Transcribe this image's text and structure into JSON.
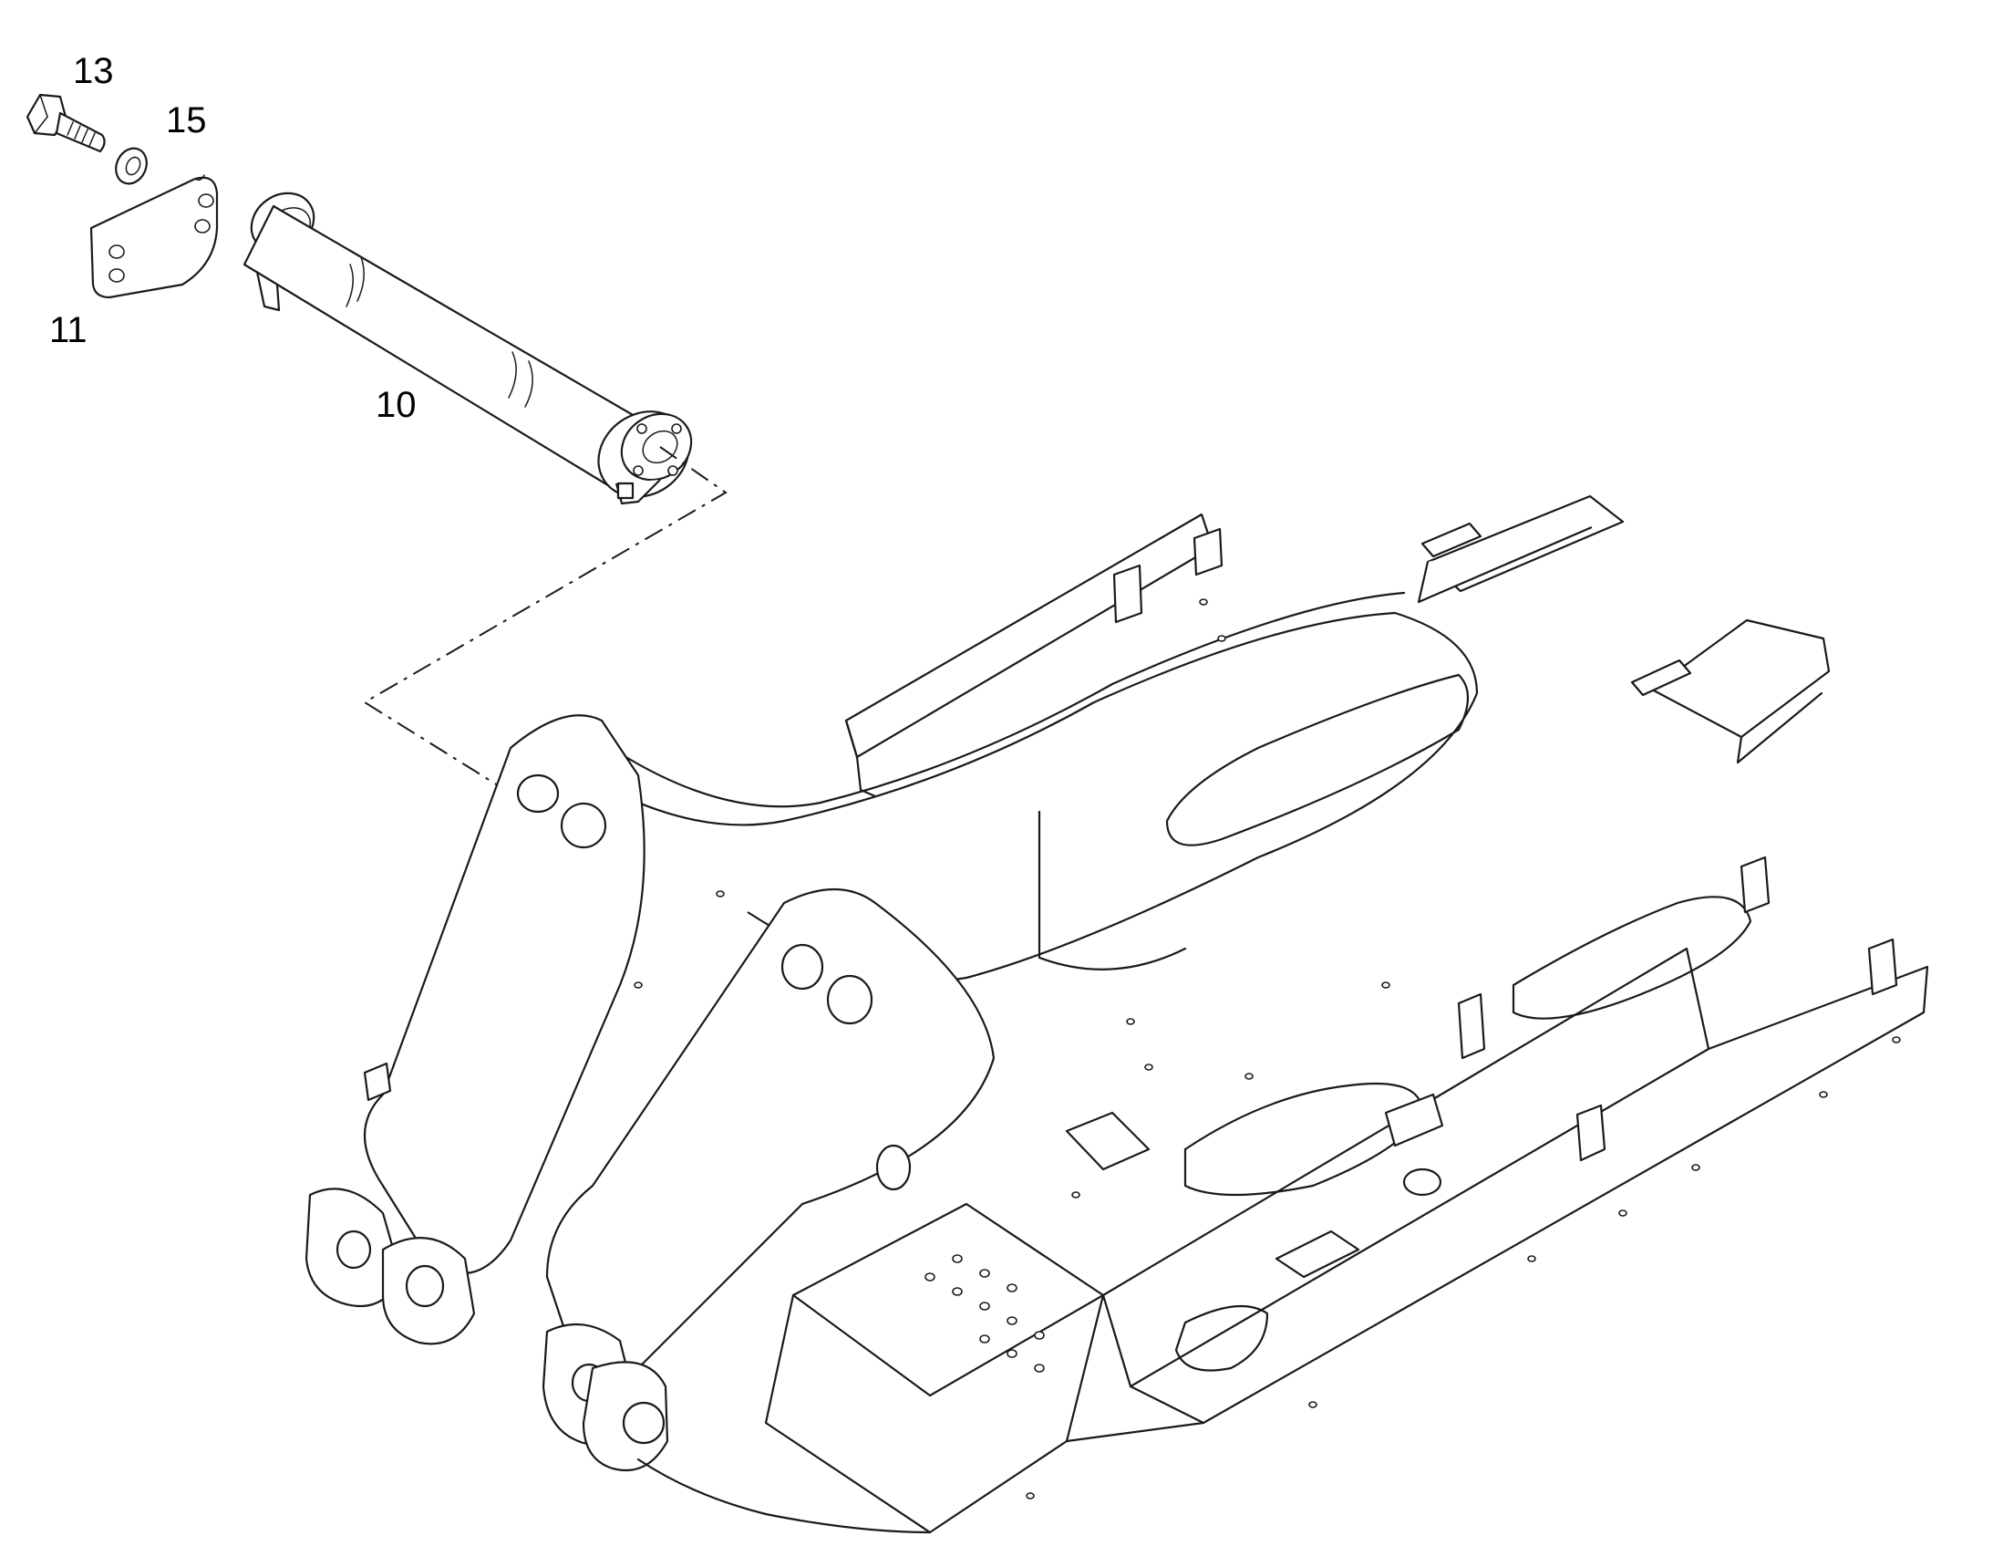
{
  "diagram": {
    "callouts": [
      {
        "id": "c13",
        "label": "13",
        "part": "bolt"
      },
      {
        "id": "c15",
        "label": "15",
        "part": "washer"
      },
      {
        "id": "c11",
        "label": "11",
        "part": "lock-plate"
      },
      {
        "id": "c10",
        "label": "10",
        "part": "pin"
      }
    ],
    "line_color": "#1a1a1a",
    "background": "#ffffff"
  }
}
